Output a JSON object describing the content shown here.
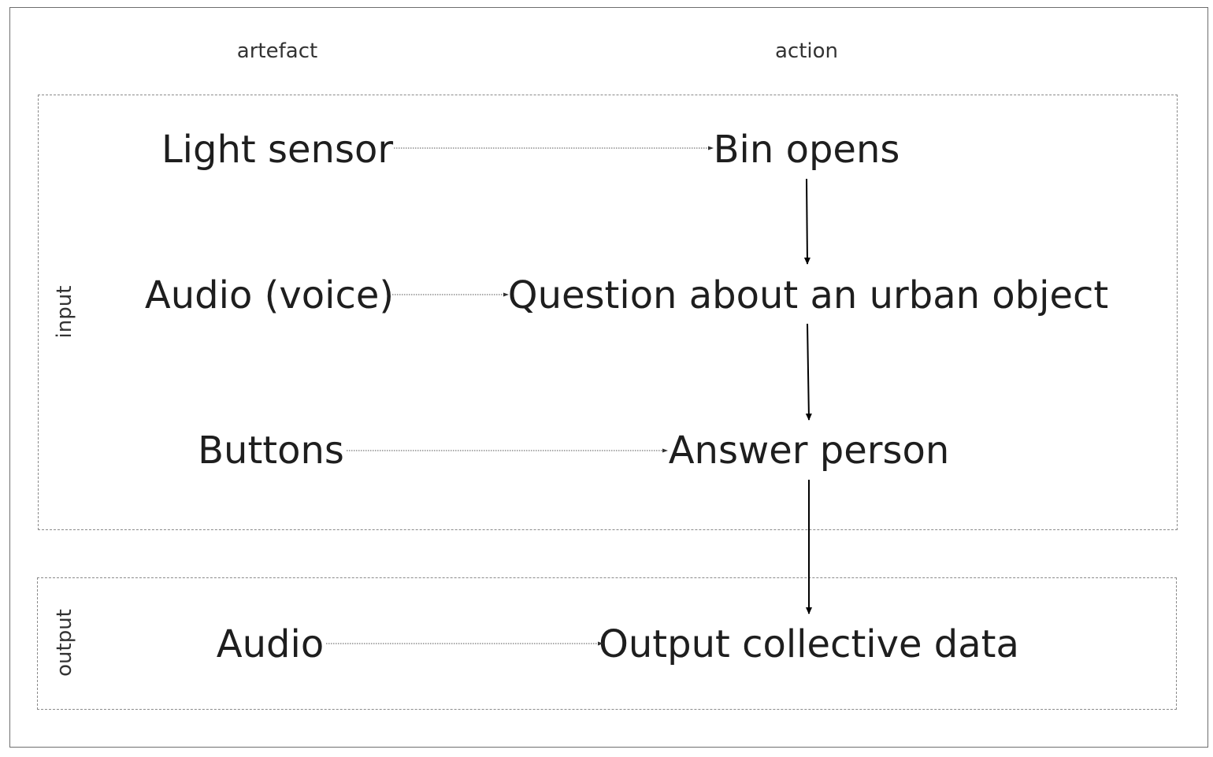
{
  "headers": {
    "artefact": "artefact",
    "action": "action"
  },
  "groups": {
    "input": "input",
    "output": "output"
  },
  "artefacts": {
    "light_sensor": "Light sensor",
    "audio_voice": "Audio (voice)",
    "buttons": "Buttons",
    "audio": "Audio"
  },
  "actions": {
    "bin_opens": "Bin opens",
    "question": "Question about an urban object",
    "answer_person": "Answer person",
    "output_data": "Output collective data"
  },
  "colors": {
    "text": "#1e1e1e",
    "dashed_border": "#8a8a8a",
    "frame": "#6e6e6e",
    "arrow": "#000000"
  }
}
